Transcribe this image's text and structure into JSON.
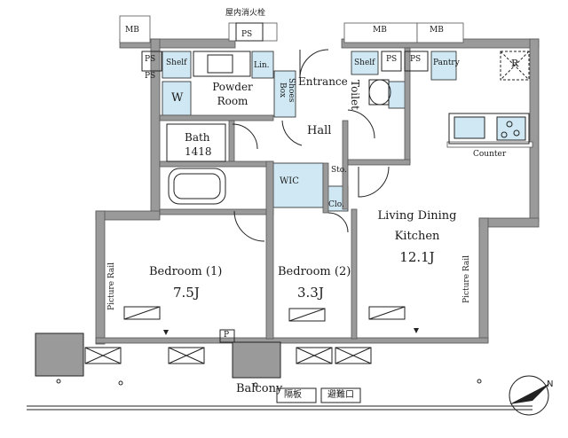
{
  "plan": {
    "hydrant_label": "屋内消火栓",
    "mb_labels": [
      "MB",
      "MB",
      "MB"
    ],
    "ps_labels": [
      "PS",
      "PS",
      "PS",
      "PS",
      "PS"
    ],
    "pipe_p_label": "P",
    "rooms": {
      "powder_room": "Powder\nRoom",
      "shelf_left": "Shelf",
      "linen": "Lin.",
      "washer": "W",
      "shoes_box": "Shoes\nBox",
      "entrance": "Entrance",
      "toilet": "Toilet",
      "shelf_right": "Shelf",
      "pantry": "Pantry",
      "refrigerator": "R",
      "bath": "Bath",
      "bath_size": "1418",
      "hall": "Hall",
      "counter": "Counter",
      "wic": "WIC",
      "storage": "Sto.",
      "closet": "Clo.",
      "ldk_line1": "Living Dining",
      "ldk_line2": "Kitchen",
      "ldk_area": "12.1J",
      "bedroom1": "Bedroom (1)",
      "bedroom1_area": "7.5J",
      "bedroom2": "Bedroom (2)",
      "bedroom2_area": "3.3J",
      "picture_rail_left": "Picture Rail",
      "picture_rail_right": "Picture Rail",
      "balcony": "Balcony",
      "partition_left": "隔板",
      "partition_right": "避難口"
    },
    "colors": {
      "wall": "#9a9a9a",
      "wall_dark": "#555555",
      "storage_fill": "#cfe8f3",
      "line": "#222222"
    }
  }
}
